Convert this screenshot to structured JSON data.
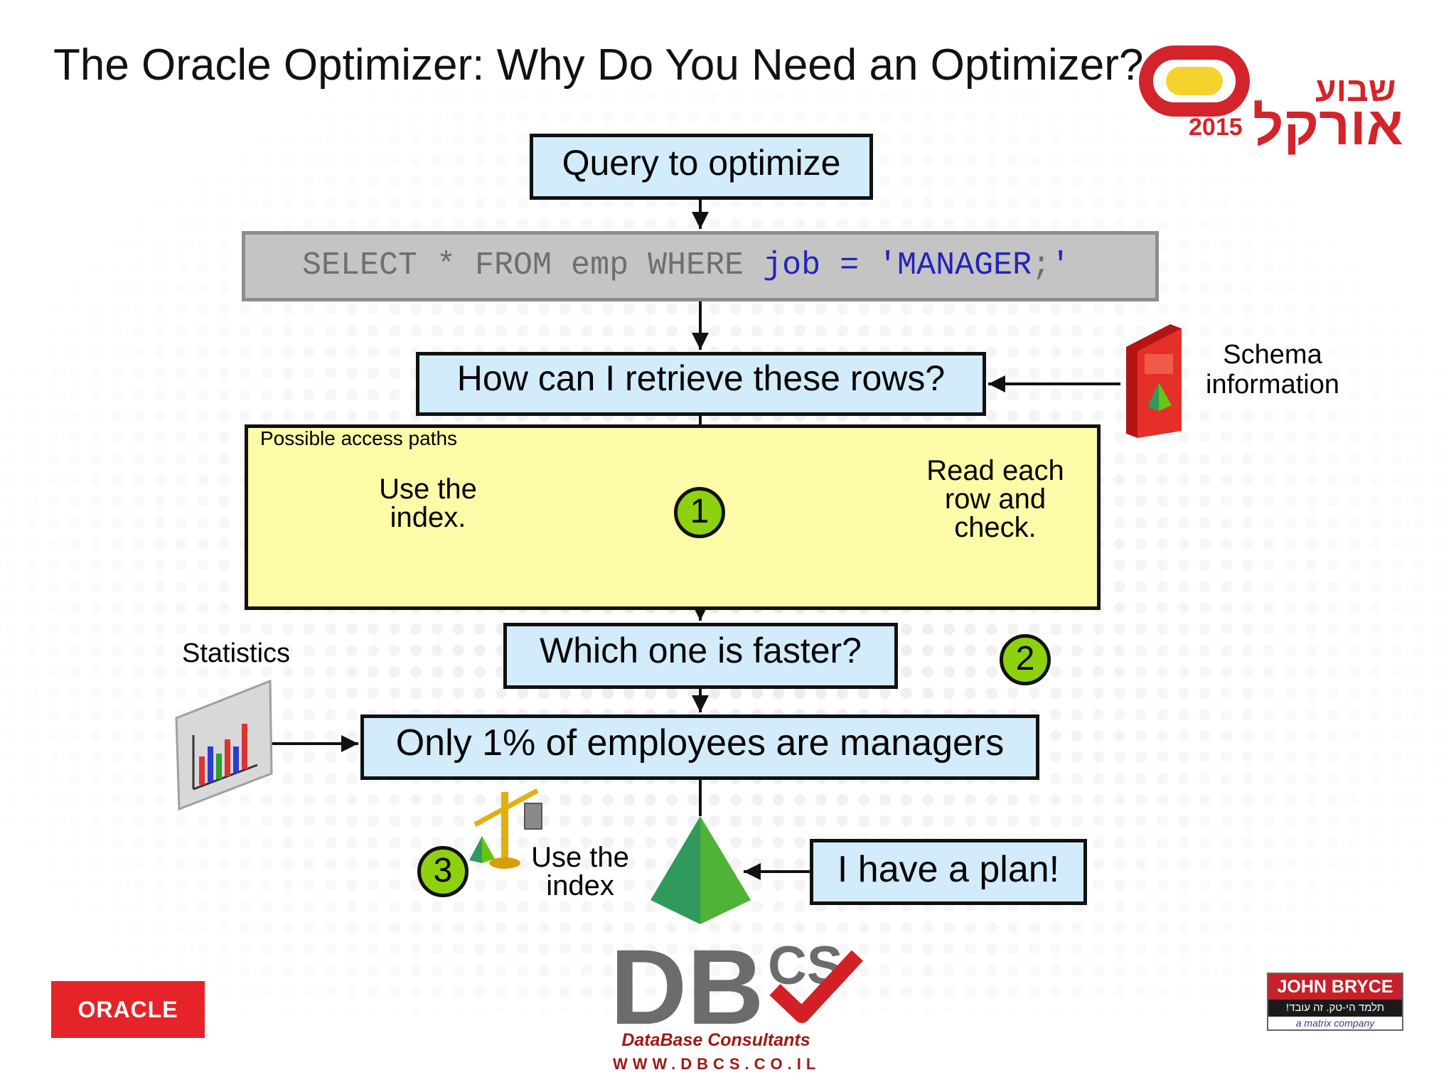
{
  "title": "The Oracle Optimizer: Why Do You Need an Optimizer?",
  "query_box": "Query to optimize",
  "sql": {
    "part1": "SELECT * FROM emp WHERE ",
    "part2": "job = 'MANAGER",
    "part3": ";",
    "part4": "'"
  },
  "question_box": "How can I retrieve these rows?",
  "schema_label": "Schema information",
  "access_paths": {
    "label": "Possible access paths",
    "option_index": "Use the index.",
    "option_scan": "Read each row and check.",
    "step": "1"
  },
  "faster_box": "Which one is faster?",
  "faster_step": "2",
  "statistics_label": "Statistics",
  "stat_box": "Only 1% of employees are managers",
  "decision": {
    "step": "3",
    "label": "Use the index"
  },
  "plan_box": "I have a plan!",
  "logos": {
    "oracle": "ORACLE",
    "dbcs": "DBCS",
    "dbcs_subtitle": "DataBase Consultants",
    "dbcs_url": "WWW.DBCS.CO.IL",
    "john_bryce": "JOHN BRYCE",
    "john_bryce_tagline": "תלמד הי-טק. זה עובד!",
    "john_bryce_sub": "a matrix company",
    "oracle_week_top": "שבוע",
    "oracle_week_main": "אורקל",
    "oracle_week_year": "2015"
  },
  "colors": {
    "box_fill": "#d3ecfb",
    "paths_fill": "#fdfba7",
    "step_circle": "#8ed10e",
    "sql_highlight": "#2424b8",
    "brand_red": "#e42428"
  }
}
